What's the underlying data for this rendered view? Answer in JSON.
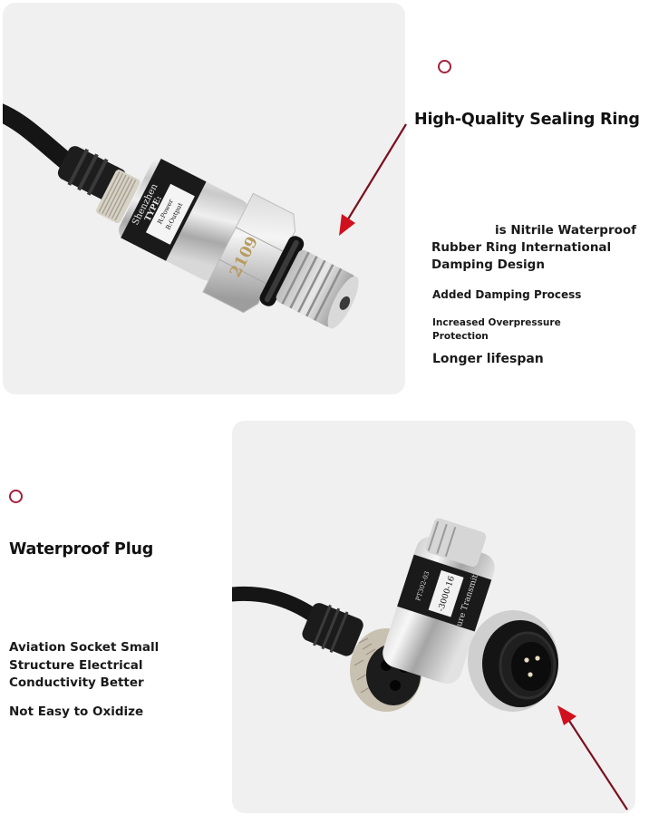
{
  "sections": [
    {
      "id": "sealing-ring",
      "heading": "High-Quality Sealing Ring",
      "lines": [
        "is Nitrile Waterproof",
        "Rubber Ring International",
        "Damping Design"
      ],
      "features": [
        "Added Damping Process",
        "Increased Overpressure",
        "Protection",
        "Longer lifespan"
      ],
      "product_label": {
        "brand_text": "Shenzhen",
        "type_text": "TYPE:",
        "wire_r": "R:Power",
        "wire_b": "B:Output",
        "engraving": "2109"
      }
    },
    {
      "id": "waterproof-plug",
      "heading": "Waterproof Plug",
      "lines": [
        "Aviation Socket Small",
        "Structure Electrical",
        "Conductivity Better"
      ],
      "features": [
        "Not Easy to Oxidize"
      ],
      "product_label": {
        "model_text": "-3000-16",
        "code_text": "PT302-03",
        "side_text": "ure Transmit"
      }
    }
  ],
  "colors": {
    "panel_bg": "#f0f0f0",
    "accent_ring": "#a3203a",
    "arrow_shaft": "#7a1020",
    "arrow_head": "#d0101e",
    "text": "#111111"
  }
}
